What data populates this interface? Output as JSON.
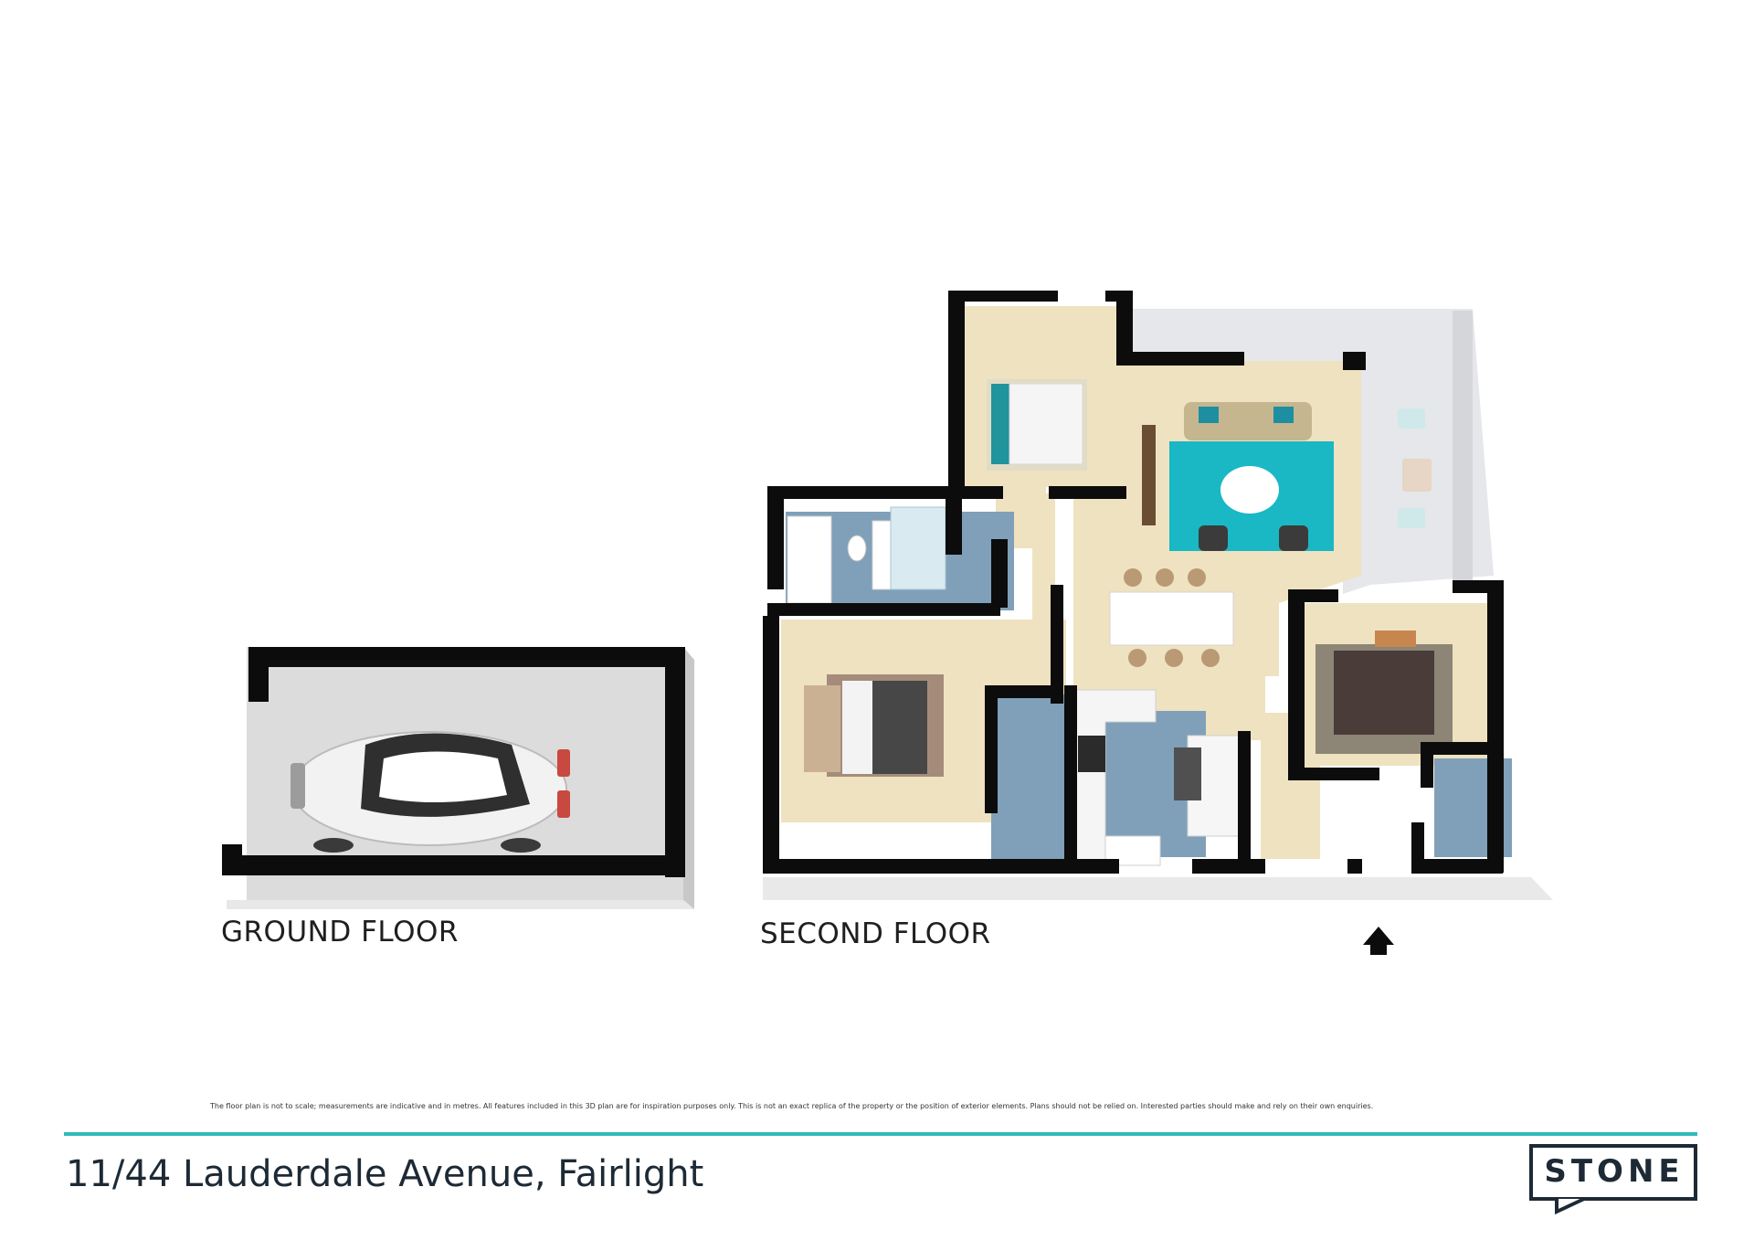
{
  "plan": {
    "ground_floor_label": "GROUND FLOOR",
    "second_floor_label": "SECOND FLOOR"
  },
  "footer": {
    "disclaimer": "The floor plan is not to scale; measurements are indicative and in metres. All features included in this 3D plan are for inspiration purposes only. This is not an exact replica of the property or the position of exterior elements. Plans should not be relied on. Interested parties should make and rely on their own enquiries.",
    "address": "11/44 Lauderdale Avenue, Fairlight",
    "brand": "STONE"
  },
  "colors": {
    "wall": "#0c0c0c",
    "carpet": "#efe2c0",
    "tile": "#7fa0b8",
    "rug_teal": "#19b8c4",
    "accent_line": "#31b9bd",
    "brand_navy": "#1d2a36"
  }
}
